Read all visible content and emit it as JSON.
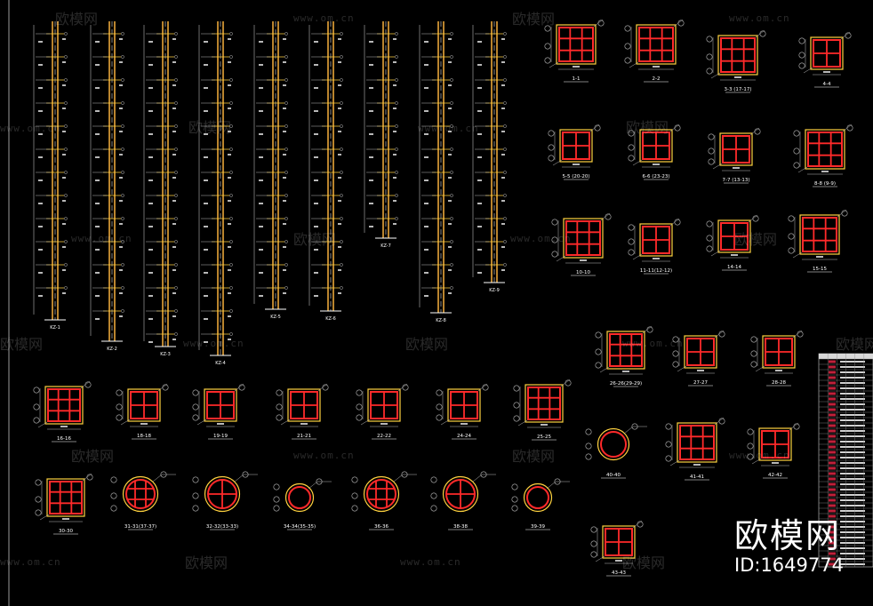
{
  "watermarks": {
    "brand": "欧模网",
    "url": "www.om.cn"
  },
  "brand_badge": {
    "name": "欧模网",
    "id": "ID:1649774"
  },
  "colors": {
    "background": "#000000",
    "column_line": "#e8a63a",
    "rebar": "#ff2a2a",
    "section_outline": "#ffd23f",
    "dimension": "#b8b8b8",
    "table_header": "#d8d8d8",
    "table_highlight": "#c0203a"
  },
  "column_elevations": [
    {
      "label": "KZ-1"
    },
    {
      "label": "KZ-2"
    },
    {
      "label": "KZ-3"
    },
    {
      "label": "KZ-4"
    },
    {
      "label": "KZ-5"
    },
    {
      "label": "KZ-6"
    },
    {
      "label": "KZ-7"
    },
    {
      "label": "KZ-8"
    },
    {
      "label": "KZ-9"
    }
  ],
  "sections": [
    {
      "label": "1-1",
      "shape": "rect",
      "grid": 3
    },
    {
      "label": "2-2",
      "shape": "rect",
      "grid": 3
    },
    {
      "label": "3-3 (17-17)",
      "shape": "rect",
      "grid": 3
    },
    {
      "label": "4-4",
      "shape": "rect",
      "grid": 2
    },
    {
      "label": "5-5 (20-20)",
      "shape": "rect",
      "grid": 2
    },
    {
      "label": "6-6 (23-23)",
      "shape": "rect",
      "grid": 2
    },
    {
      "label": "7-7 (13-13)",
      "shape": "rect",
      "grid": 2
    },
    {
      "label": "8-8 (9-9)",
      "shape": "rect",
      "grid": 3
    },
    {
      "label": "10-10",
      "shape": "rect",
      "grid": 3
    },
    {
      "label": "11-11(12-12)",
      "shape": "rect",
      "grid": 2
    },
    {
      "label": "14-14",
      "shape": "rect",
      "grid": 2
    },
    {
      "label": "15-15",
      "shape": "rect",
      "grid": 3
    },
    {
      "label": "16-16",
      "shape": "rect",
      "grid": 3
    },
    {
      "label": "18-18",
      "shape": "rect",
      "grid": 2
    },
    {
      "label": "19-19",
      "shape": "rect",
      "grid": 2
    },
    {
      "label": "21-21",
      "shape": "rect",
      "grid": 2
    },
    {
      "label": "22-22",
      "shape": "rect",
      "grid": 2
    },
    {
      "label": "24-24",
      "shape": "rect",
      "grid": 2
    },
    {
      "label": "25-25",
      "shape": "rect",
      "grid": 3
    },
    {
      "label": "26-26(29-29)",
      "shape": "rect",
      "grid": 3
    },
    {
      "label": "27-27",
      "shape": "rect",
      "grid": 2
    },
    {
      "label": "28-28",
      "shape": "rect",
      "grid": 2
    },
    {
      "label": "30-30",
      "shape": "rect",
      "grid": 3
    },
    {
      "label": "31-31(37-37)",
      "shape": "circle",
      "grid": 3
    },
    {
      "label": "32-32(33-33)",
      "shape": "circle",
      "grid": 2
    },
    {
      "label": "34-34(35-35)",
      "shape": "circle",
      "grid": 1
    },
    {
      "label": "36-36",
      "shape": "circle",
      "grid": 3
    },
    {
      "label": "38-38",
      "shape": "circle",
      "grid": 2
    },
    {
      "label": "39-39",
      "shape": "circle",
      "grid": 1
    },
    {
      "label": "40-40",
      "shape": "circle",
      "grid": 1
    },
    {
      "label": "41-41",
      "shape": "rect",
      "grid": 3
    },
    {
      "label": "42-42",
      "shape": "rect",
      "grid": 2
    },
    {
      "label": "43-43",
      "shape": "rect",
      "grid": 2
    }
  ],
  "schedule_table": {
    "rows": 40,
    "columns": 6
  }
}
